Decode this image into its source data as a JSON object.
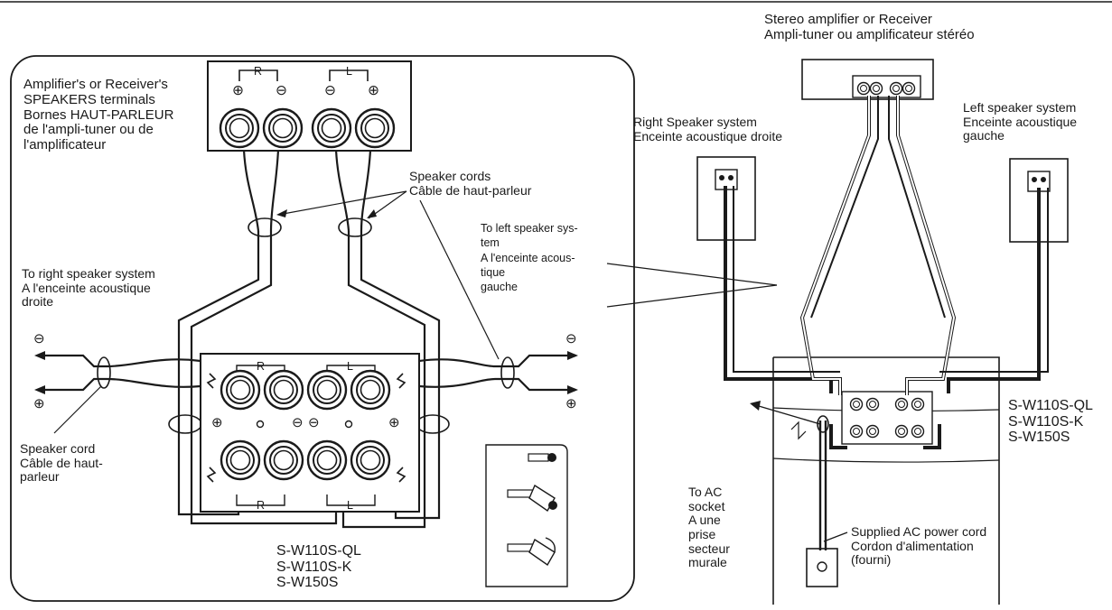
{
  "inset": {
    "terminals_label": [
      "Amplifier's or Receiver's",
      "SPEAKERS terminals",
      "Bornes HAUT-PARLEUR",
      "de l'ampli-tuner ou de",
      "l'amplificateur"
    ],
    "speaker_cords_label": [
      "Speaker cords",
      "Câble de haut-parleur"
    ],
    "to_left_label": [
      "To left speaker sys-",
      "tem",
      "A l'enceinte acous-",
      "tique",
      "gauche"
    ],
    "to_right_label": [
      "To right speaker system",
      "A l'enceinte acoustique",
      "droite"
    ],
    "speaker_cord_label": [
      "Speaker cord",
      "Câble de haut-",
      "parleur"
    ],
    "models": [
      "S-W110S-QL",
      "S-W110S-K",
      "S-W150S"
    ],
    "channel_r": "R",
    "channel_l": "L",
    "symbol_plus": "⊕",
    "symbol_minus": "⊖"
  },
  "overview": {
    "amplifier_label": [
      "Stereo amplifier or Receiver",
      "Ampli-tuner ou amplificateur stéréo"
    ],
    "right_speaker_label": [
      "Right Speaker system",
      "Enceinte acoustique droite"
    ],
    "left_speaker_label": [
      "Left speaker system",
      "Enceinte acoustique",
      "gauche"
    ],
    "models": [
      "S-W110S-QL",
      "S-W110S-K",
      "S-W150S"
    ],
    "ac_socket_label": [
      "To AC",
      "socket",
      "A une",
      "prise",
      "secteur",
      "murale"
    ],
    "power_cord_label": [
      "Supplied AC power cord",
      "Cordon d'alimentation",
      "(fourni)"
    ]
  },
  "colors": {
    "line": "#1a1a1a",
    "background": "#ffffff"
  }
}
